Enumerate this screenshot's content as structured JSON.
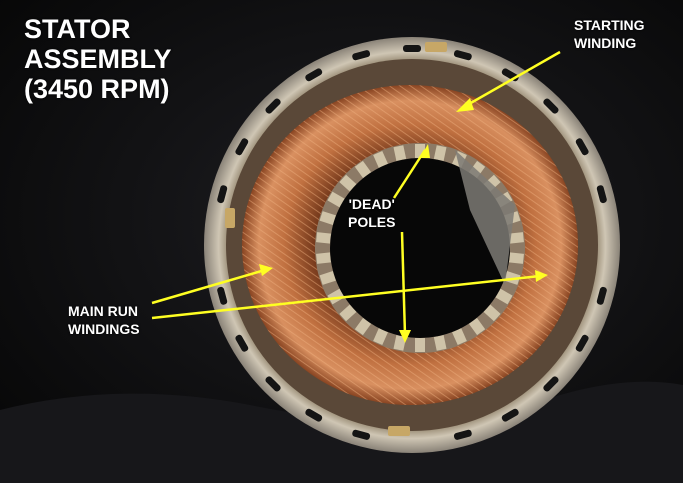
{
  "title": {
    "line1": "STATOR",
    "line2": "ASSEMBLY",
    "line3": "(3450 RPM)"
  },
  "labels": {
    "starting_winding": {
      "line1": "STARTING",
      "line2": "WINDING"
    },
    "dead_poles": {
      "line1": "'DEAD'",
      "line2": "POLES"
    },
    "main_run_windings": {
      "line1": "MAIN RUN",
      "line2": "WINDINGS"
    }
  },
  "colors": {
    "background": "#0c0c0c",
    "housing": "#b8b4ac",
    "copper": "#b8683a",
    "arrow": "#ffff22",
    "label_text": "#ffffff"
  }
}
